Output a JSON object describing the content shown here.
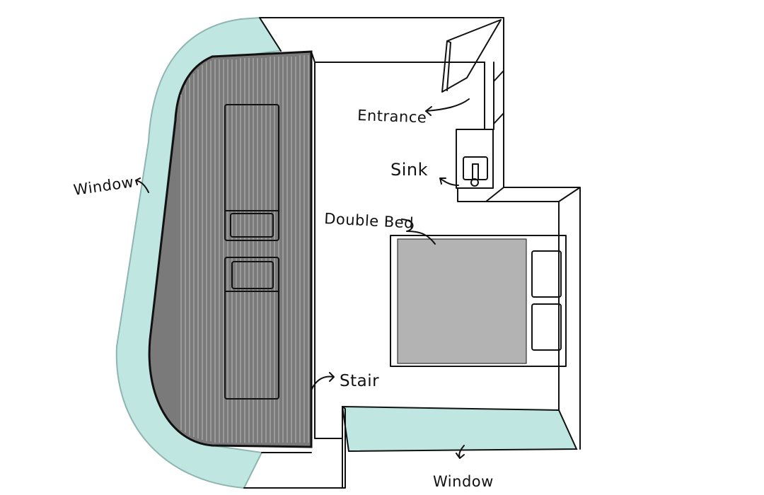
{
  "title": "Room floor plan sketch",
  "labels": {
    "window_left": "Window",
    "entrance": "Entrance",
    "sink": "Sink",
    "double_bed": "Double Bed",
    "stair": "Stair",
    "window_bottom": "Window"
  },
  "colors": {
    "window": "#bfe6e1",
    "tatami": "#7a7a7a",
    "bed_cover": "#b3b3b3",
    "line": "#111111"
  }
}
